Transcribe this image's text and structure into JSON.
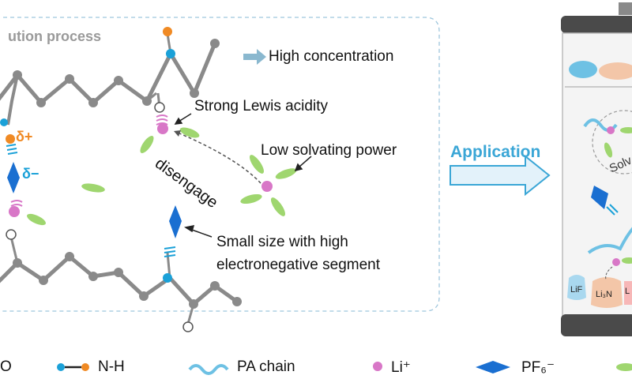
{
  "panel": {
    "title": "ution process",
    "high_concentration": "High concentration",
    "strong_lewis": "Strong Lewis acidity",
    "low_solvating": "Low solvating power",
    "disengage": "disengage",
    "small_size_line1": "Small size with high",
    "small_size_line2": "electronegative segment",
    "delta_plus": "δ+",
    "delta_minus": "δ−"
  },
  "application": {
    "label": "Application"
  },
  "battery": {
    "lif": "LiF",
    "li3n": "Li₃N",
    "solv_partial": "Solv",
    "l_partial": "L"
  },
  "legend": {
    "o_partial": "O",
    "nh": "N-H",
    "pa_chain": "PA chain",
    "li_plus": "Li⁺",
    "pf6": "PF₆⁻"
  },
  "colors": {
    "chain": "#8a8a8a",
    "nitrogen": "#1ba1d8",
    "oxygen": "#f08a24",
    "lithium": "#d877c7",
    "pf6": "#1a6fd1",
    "solvent": "#9fd66f",
    "accent_blue": "#3aa6d6"
  }
}
